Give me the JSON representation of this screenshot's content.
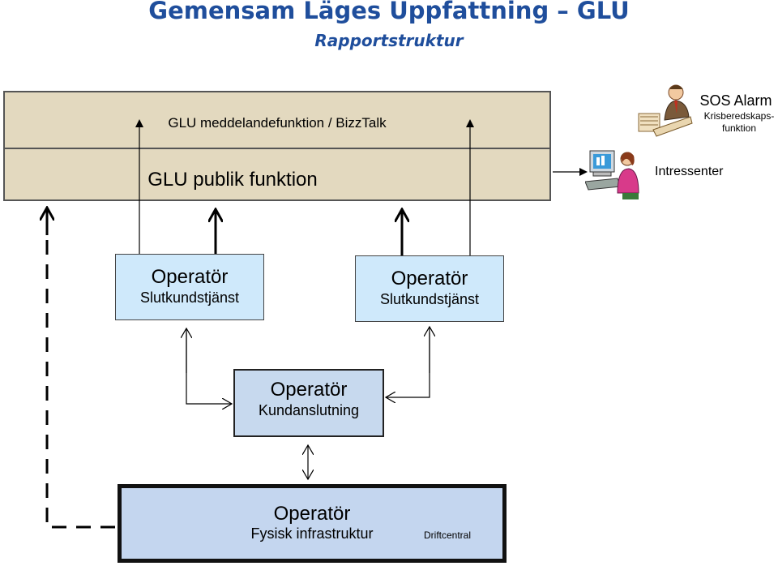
{
  "header": {
    "title": "Gemensam Läges Uppfattning – GLU",
    "subtitle": "Rapportstruktur"
  },
  "layers": {
    "meddelande": "GLU meddelandefunktion / BizzTalk",
    "publik": "GLU publik funktion"
  },
  "side": {
    "sos_title": "SOS Alarm",
    "sos_sub1": "Krisberedskaps-",
    "sos_sub2": "funktion",
    "intressenter": "Intressenter"
  },
  "operators": {
    "left": {
      "title": "Operatör",
      "sub": "Slutkundstjänst"
    },
    "right": {
      "title": "Operatör",
      "sub": "Slutkundstjänst"
    },
    "kund": {
      "title": "Operatör",
      "sub": "Kundanslutning"
    },
    "fysisk": {
      "title": "Operatör",
      "sub": "Fysisk infrastruktur",
      "note": "Driftcentral"
    }
  },
  "icons": {
    "sos": "businessman-at-desk-icon",
    "intressenter": "person-at-computer-icon"
  }
}
